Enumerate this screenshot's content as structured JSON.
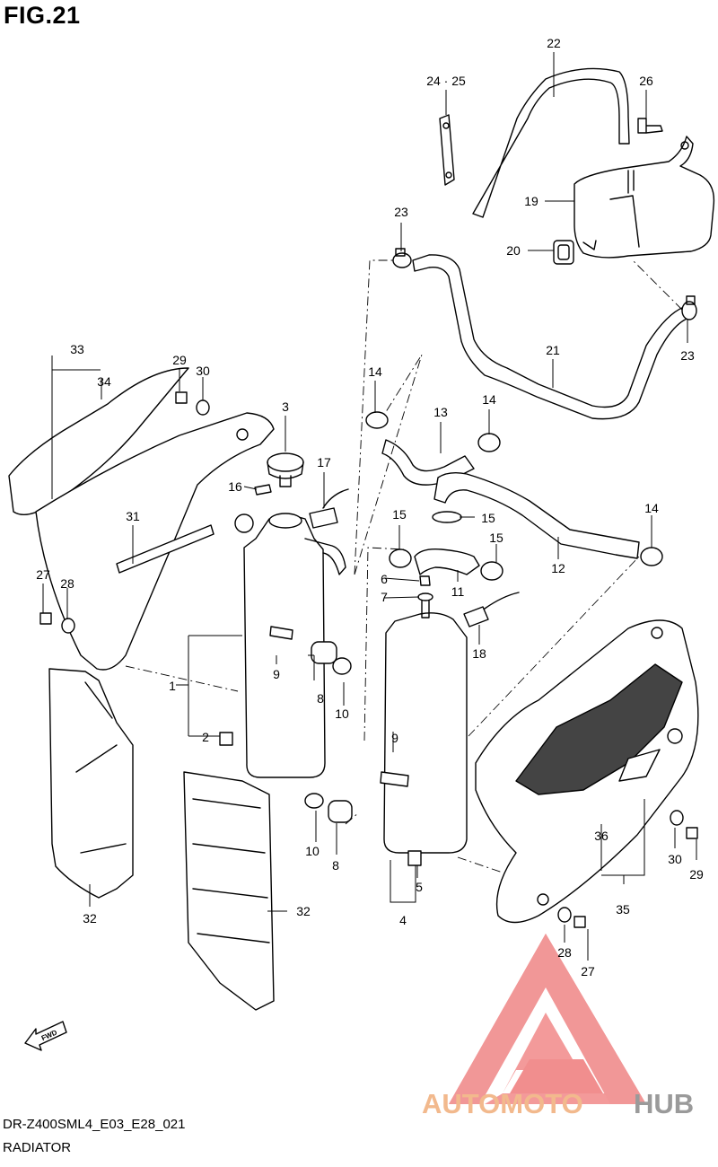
{
  "figure": {
    "title": "FIG.21"
  },
  "footer": {
    "code": "DR-Z400SML4_E03_E28_021",
    "name": "RADIATOR"
  },
  "fwd_tag": "FWD",
  "watermark": {
    "brand_a": "AUTOMOTO",
    "brand_b": "HUB",
    "color_a": "#f2b98d",
    "color_b": "#9a9a9a",
    "logo_color": "#ef7b7b"
  },
  "callouts": [
    {
      "id": "c1",
      "text": "1"
    },
    {
      "id": "c2",
      "text": "2"
    },
    {
      "id": "c3",
      "text": "3"
    },
    {
      "id": "c4",
      "text": "4"
    },
    {
      "id": "c5",
      "text": "5"
    },
    {
      "id": "c6",
      "text": "6"
    },
    {
      "id": "c7",
      "text": "7"
    },
    {
      "id": "c8a",
      "text": "8"
    },
    {
      "id": "c8b",
      "text": "8"
    },
    {
      "id": "c9a",
      "text": "9"
    },
    {
      "id": "c9b",
      "text": "9"
    },
    {
      "id": "c10a",
      "text": "10"
    },
    {
      "id": "c10b",
      "text": "10"
    },
    {
      "id": "c11",
      "text": "11"
    },
    {
      "id": "c12",
      "text": "12"
    },
    {
      "id": "c13",
      "text": "13"
    },
    {
      "id": "c14a",
      "text": "14"
    },
    {
      "id": "c14b",
      "text": "14"
    },
    {
      "id": "c14c",
      "text": "14"
    },
    {
      "id": "c15a",
      "text": "15"
    },
    {
      "id": "c15b",
      "text": "15"
    },
    {
      "id": "c15c",
      "text": "15"
    },
    {
      "id": "c16",
      "text": "16"
    },
    {
      "id": "c17",
      "text": "17"
    },
    {
      "id": "c18",
      "text": "18"
    },
    {
      "id": "c19",
      "text": "19"
    },
    {
      "id": "c20",
      "text": "20"
    },
    {
      "id": "c21",
      "text": "21"
    },
    {
      "id": "c22",
      "text": "22"
    },
    {
      "id": "c23a",
      "text": "23"
    },
    {
      "id": "c23b",
      "text": "23"
    },
    {
      "id": "c2425",
      "text": "24 · 25"
    },
    {
      "id": "c26",
      "text": "26"
    },
    {
      "id": "c27a",
      "text": "27"
    },
    {
      "id": "c27b",
      "text": "27"
    },
    {
      "id": "c28a",
      "text": "28"
    },
    {
      "id": "c28b",
      "text": "28"
    },
    {
      "id": "c29a",
      "text": "29"
    },
    {
      "id": "c29b",
      "text": "29"
    },
    {
      "id": "c30a",
      "text": "30"
    },
    {
      "id": "c30b",
      "text": "30"
    },
    {
      "id": "c31",
      "text": "31"
    },
    {
      "id": "c32a",
      "text": "32"
    },
    {
      "id": "c32b",
      "text": "32"
    },
    {
      "id": "c33",
      "text": "33"
    },
    {
      "id": "c34",
      "text": "34"
    },
    {
      "id": "c35",
      "text": "35"
    },
    {
      "id": "c36",
      "text": "36"
    }
  ]
}
